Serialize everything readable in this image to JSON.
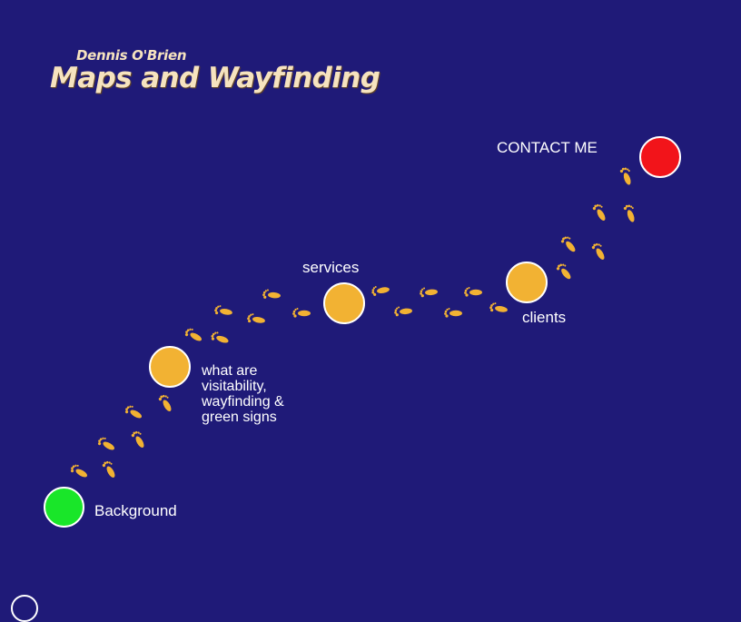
{
  "header": {
    "author": "Dennis O'Brien",
    "title": "Maps and Wayfinding"
  },
  "stops": {
    "background": "Background",
    "about": "what are visitability, wayfinding & green signs",
    "about_lines": [
      "what are",
      "visitability,",
      "wayfinding &",
      "green signs"
    ],
    "services": "services",
    "clients": "clients",
    "contact": "CONTACT ME"
  },
  "colors": {
    "background": "#1f1a78",
    "start": "#19e629",
    "waypoint": "#f2b233",
    "end": "#f2141a",
    "footprint": "#f2b233",
    "text": "#ffffff",
    "title": "#f6e3bf"
  },
  "icons": {
    "footprint": "footprint-icon"
  }
}
